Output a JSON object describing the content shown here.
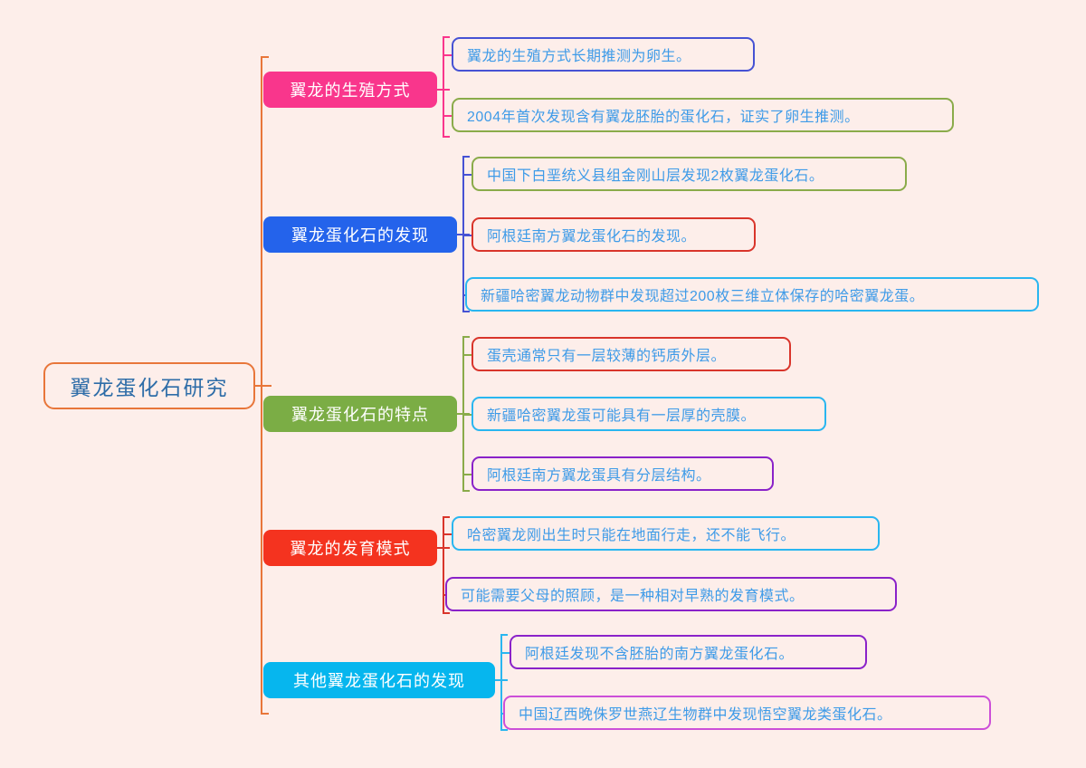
{
  "diagram": {
    "type": "mindmap",
    "background_color": "#fdeeea",
    "title": "翼龙蛋化石研究",
    "root": {
      "label": "翼龙蛋化石研究",
      "border_color": "#e8763a",
      "text_color": "#2e6da8",
      "fill_color": "#fdeeea"
    },
    "branches": [
      {
        "label": "翼龙的生殖方式",
        "fill_color": "#f9368c",
        "text_color": "#ffffff",
        "connector_color": "#f9368c",
        "children": [
          {
            "label": "翼龙的生殖方式长期推测为卵生。",
            "border_color": "#4652d4"
          },
          {
            "label": "2004年首次发现含有翼龙胚胎的蛋化石，证实了卵生推测。",
            "border_color": "#8aab4a"
          }
        ]
      },
      {
        "label": "翼龙蛋化石的发现",
        "fill_color": "#2463eb",
        "text_color": "#ffffff",
        "connector_color": "#4652d4",
        "children": [
          {
            "label": "中国下白垩统义县组金刚山层发现2枚翼龙蛋化石。",
            "border_color": "#8aab4a"
          },
          {
            "label": "阿根廷南方翼龙蛋化石的发现。",
            "border_color": "#d9352b"
          },
          {
            "label": "新疆哈密翼龙动物群中发现超过200枚三维立体保存的哈密翼龙蛋。",
            "border_color": "#29b6f0"
          }
        ]
      },
      {
        "label": "翼龙蛋化石的特点",
        "fill_color": "#7bad45",
        "text_color": "#ffffff",
        "connector_color": "#8aab4a",
        "children": [
          {
            "label": "蛋壳通常只有一层较薄的钙质外层。",
            "border_color": "#d9352b"
          },
          {
            "label": "新疆哈密翼龙蛋可能具有一层厚的壳膜。",
            "border_color": "#29b6f0"
          },
          {
            "label": "阿根廷南方翼龙蛋具有分层结构。",
            "border_color": "#8a22c9"
          }
        ]
      },
      {
        "label": "翼龙的发育模式",
        "fill_color": "#f4331f",
        "text_color": "#ffffff",
        "connector_color": "#d9352b",
        "children": [
          {
            "label": "哈密翼龙刚出生时只能在地面行走，还不能飞行。",
            "border_color": "#29b6f0"
          },
          {
            "label": "可能需要父母的照顾，是一种相对早熟的发育模式。",
            "border_color": "#8a22c9"
          }
        ]
      },
      {
        "label": "其他翼龙蛋化石的发现",
        "fill_color": "#06b6ee",
        "text_color": "#ffffff",
        "connector_color": "#29b6f0",
        "children": [
          {
            "label": "阿根廷发现不含胚胎的南方翼龙蛋化石。",
            "border_color": "#8a22c9"
          },
          {
            "label": "中国辽西晚侏罗世燕辽生物群中发现悟空翼龙类蛋化石。",
            "border_color": "#cc4fd8"
          }
        ]
      }
    ]
  }
}
